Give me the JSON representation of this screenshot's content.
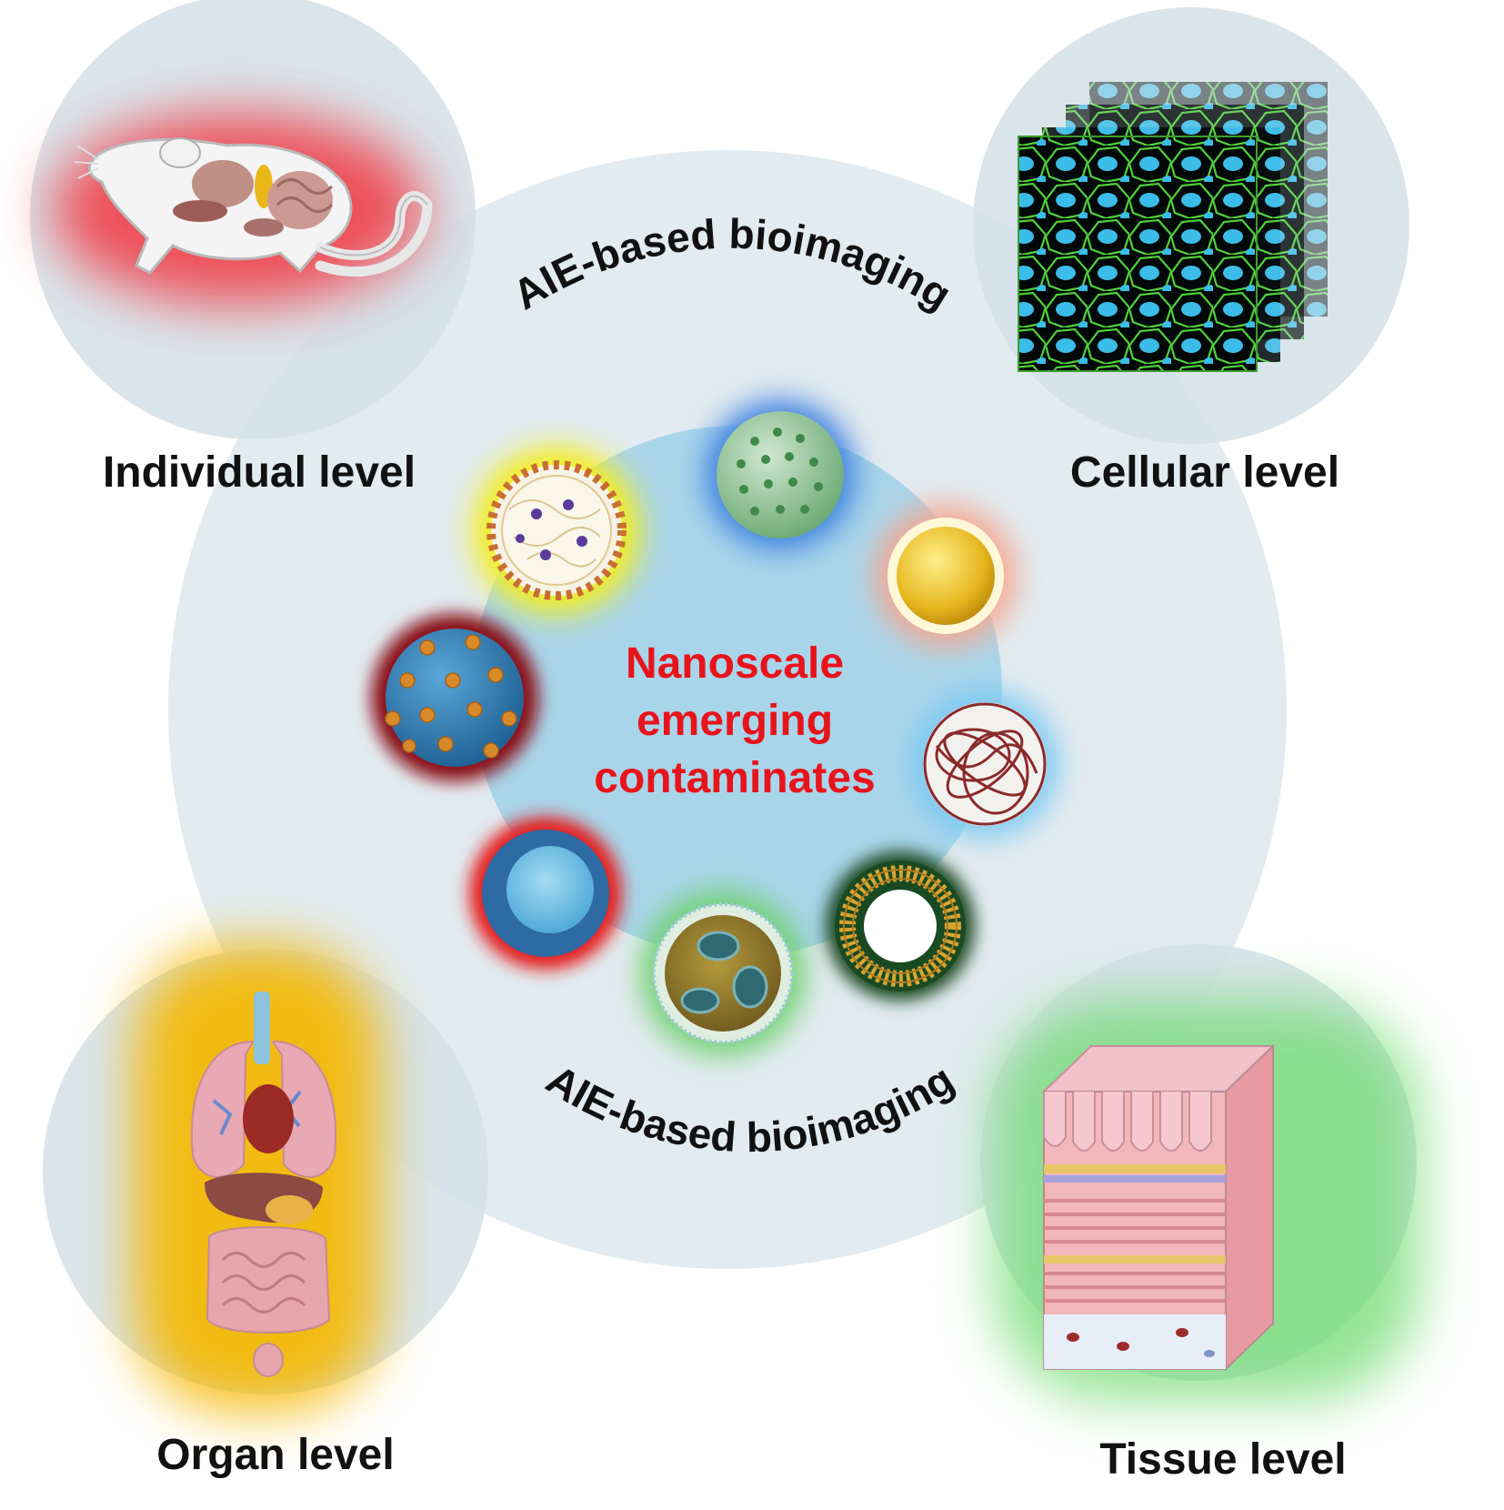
{
  "center": {
    "title_lines": [
      "Nanoscale",
      "emerging",
      "contaminates"
    ],
    "title_color": "#e8141b"
  },
  "arc_labels": {
    "top": "AIE-based bioimaging",
    "bottom": "AIE-based bioimaging"
  },
  "levels": {
    "individual": "Individual level",
    "cellular": "Cellular level",
    "organ": "Organ level",
    "tissue": "Tissue level"
  },
  "icons": {
    "individual": "mouse-anatomy-icon",
    "cellular": "cell-fluorescence-stack-icon",
    "organ": "human-organs-icon",
    "tissue": "intestinal-tissue-icon"
  },
  "glow_colors": {
    "individual": "#f0404a",
    "organ": "#f5b800",
    "tissue": "#6fdc6f",
    "micelle": "#f4ee1c",
    "green_dotted": "#3a7fe0",
    "gold": "#f4a890",
    "fiber": "#78c8f2",
    "liposome": "#1a4a22",
    "virus_like": "#6ed06e",
    "core_shell": "#e41a1a",
    "dotted_blue": "#8a0f12"
  },
  "colors": {
    "big_circle": "#e2ebf0",
    "inner_circle": "#a9d5ea",
    "level_circle": "#d3e0e8",
    "text": "#111111"
  }
}
